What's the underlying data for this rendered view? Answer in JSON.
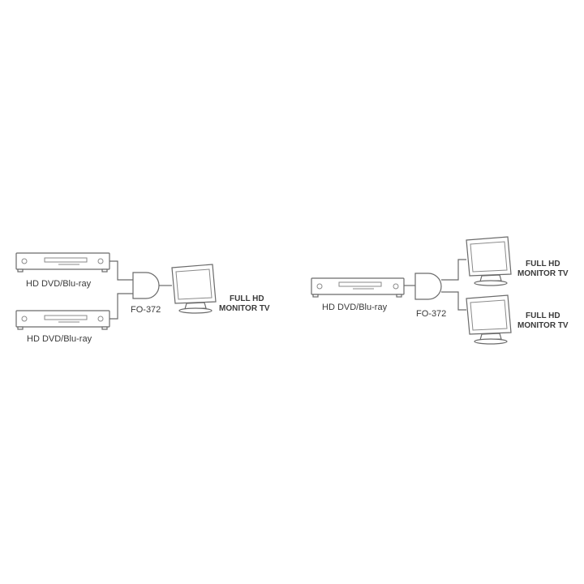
{
  "diagram": {
    "left": {
      "source_top_label": "HD DVD/Blu-ray",
      "source_bottom_label": "HD DVD/Blu-ray",
      "switch_label": "FO-372",
      "tv_label_line1": "FULL HD",
      "tv_label_line2": "MONITOR TV"
    },
    "right": {
      "source_label": "HD DVD/Blu-ray",
      "switch_label": "FO-372",
      "tv_top_label_line1": "FULL HD",
      "tv_top_label_line2": "MONITOR TV",
      "tv_bottom_label_line1": "FULL HD",
      "tv_bottom_label_line2": "MONITOR TV"
    }
  }
}
